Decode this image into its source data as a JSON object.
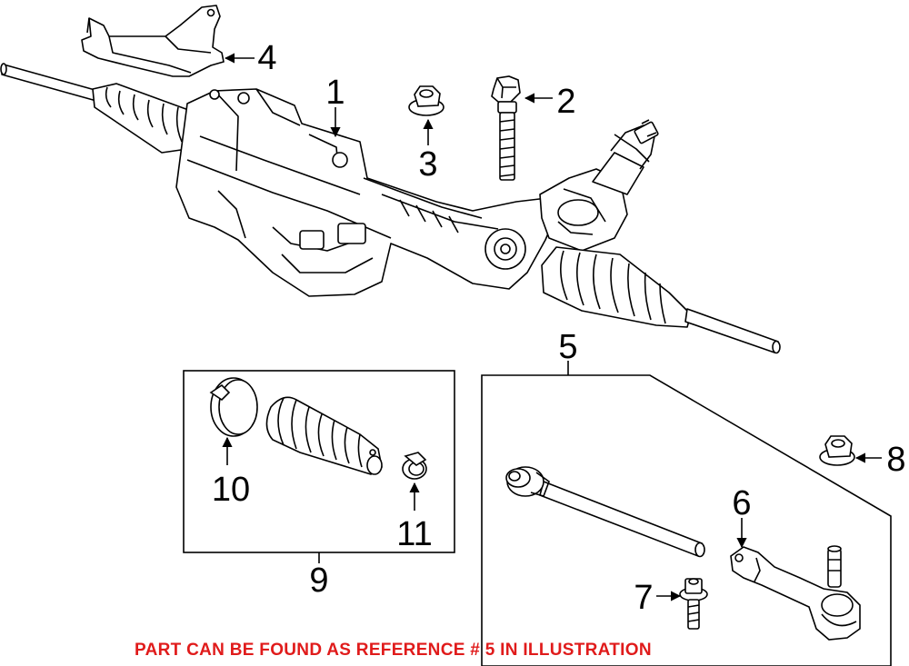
{
  "diagram": {
    "callouts": {
      "c1": "1",
      "c2": "2",
      "c3": "3",
      "c4": "4",
      "c5": "5",
      "c6": "6",
      "c7": "7",
      "c8": "8",
      "c9": "9",
      "c10": "10",
      "c11": "11"
    },
    "colors": {
      "line": "#000000",
      "caption": "#e01b1b",
      "background": "#ffffff"
    }
  },
  "caption": {
    "text": "PART CAN BE FOUND AS REFERENCE # 5 IN ILLUSTRATION"
  }
}
